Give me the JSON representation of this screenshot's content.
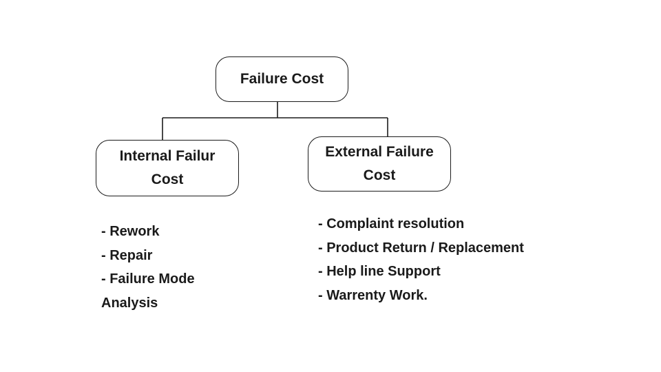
{
  "diagram": {
    "root": {
      "label": "Failure Cost"
    },
    "branches": [
      {
        "label": "Internal Failur\nCost",
        "items": [
          "- Rework",
          "- Repair",
          "- Failure Mode\n  Analysis"
        ]
      },
      {
        "label": "External Failure\nCost",
        "items": [
          "- Complaint resolution",
          "- Product Return / Replacement",
          "- Help line Support",
          "- Warrenty Work."
        ]
      }
    ]
  }
}
